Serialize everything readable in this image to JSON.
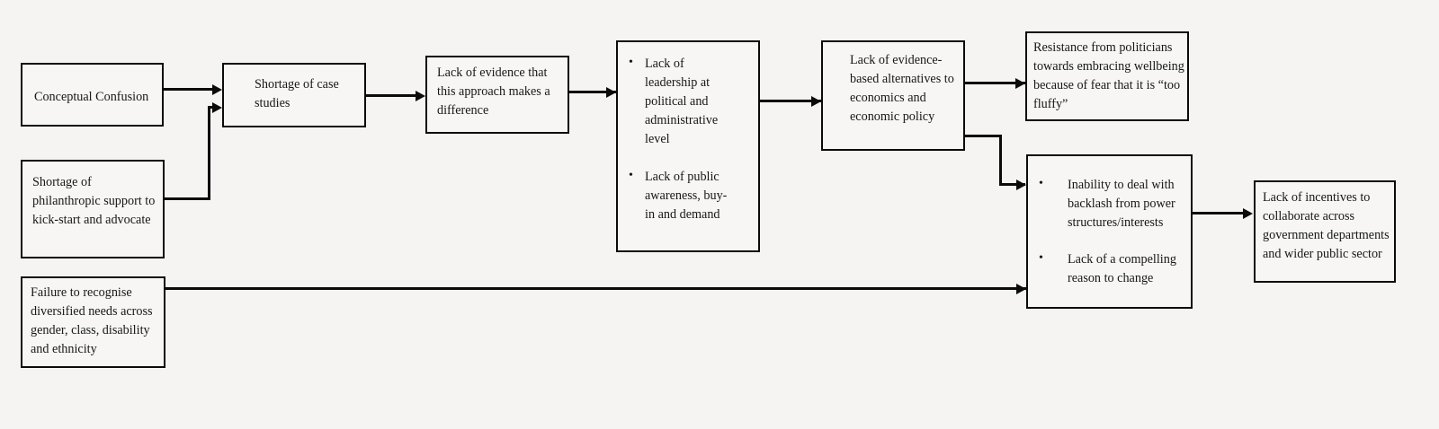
{
  "diagram": {
    "title": "Barriers to wellbeing approaches flowchart",
    "background_color": "#f5f4f3",
    "line_color": "#0b0b0b",
    "box_fill": "#f7f6f5",
    "nodes": {
      "conceptual_confusion": {
        "text": "Conceptual Confusion"
      },
      "shortage_case_studies": {
        "text": "Shortage of case\nstudies"
      },
      "shortage_philanthropic": {
        "text": "Shortage of\nphilanthropic support to\nkick-start and advocate"
      },
      "failure_recognise": {
        "text": "Failure to recognise\ndiversified needs across\ngender, class, disability\nand ethnicity"
      },
      "lack_of_evidence": {
        "text": "Lack of evidence that\nthis approach makes a\ndifference"
      },
      "leadership_awareness": {
        "bullets": [
          "Lack of\nleadership at\npolitical and\nadministrative\nlevel",
          "Lack of public\nawareness, buy-\nin and demand"
        ]
      },
      "evidence_based_alternatives": {
        "text": "Lack of evidence-\nbased alternatives to\neconomics and\neconomic policy"
      },
      "resistance_politicians": {
        "text": "Resistance from politicians\ntowards embracing wellbeing\nbecause of fear that it is “too\nfluffy”"
      },
      "backlash_compelling": {
        "bullets": [
          "Inability to deal with\nbacklash from power\nstructures/interests",
          "Lack of a compelling\nreason to change"
        ]
      },
      "lack_incentives": {
        "text": "Lack of incentives to\ncollaborate across\ngovernment departments\nand wider public sector"
      }
    },
    "connectors": [
      {
        "name": "conceptual-confusion-to-shortage-case-studies"
      },
      {
        "name": "shortage-philanthropic-to-shortage-case-studies"
      },
      {
        "name": "shortage-case-studies-to-lack-of-evidence"
      },
      {
        "name": "lack-of-evidence-to-leadership-awareness"
      },
      {
        "name": "leadership-awareness-to-evidence-based-alternatives"
      },
      {
        "name": "evidence-based-alternatives-to-resistance-politicians"
      },
      {
        "name": "evidence-based-alternatives-to-backlash-compelling"
      },
      {
        "name": "failure-recognise-to-backlash-compelling"
      },
      {
        "name": "backlash-compelling-to-lack-incentives"
      }
    ]
  }
}
